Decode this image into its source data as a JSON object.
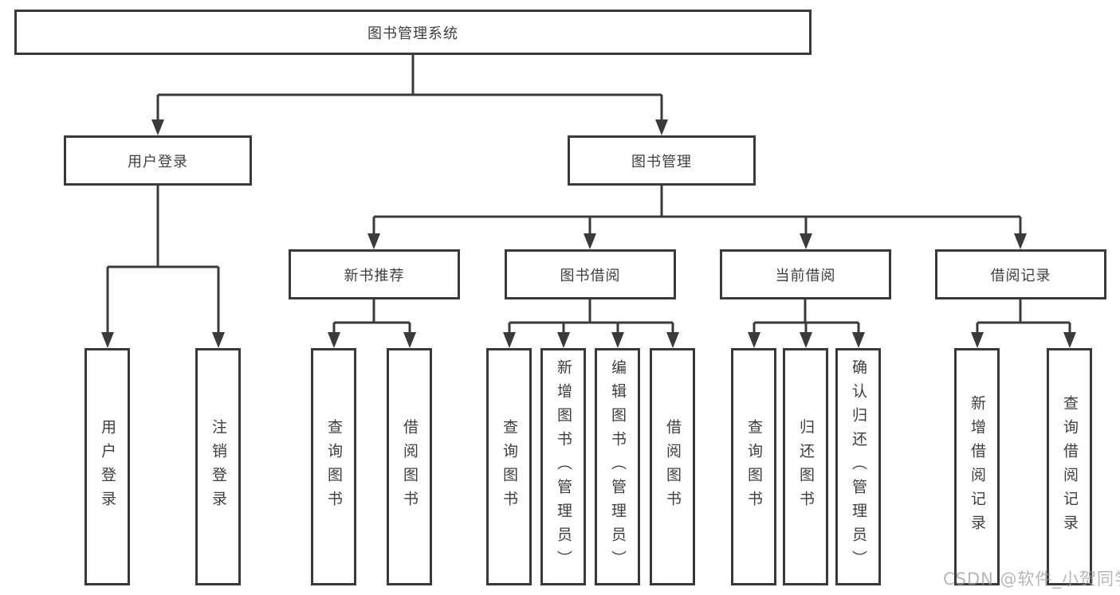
{
  "tree": {
    "label": "图书管理系统",
    "children": [
      {
        "label": "用户登录",
        "children": [
          {
            "label": "用户登录"
          },
          {
            "label": "注销登录"
          }
        ]
      },
      {
        "label": "图书管理",
        "children": [
          {
            "label": "新书推荐",
            "children": [
              {
                "label": "查询图书"
              },
              {
                "label": "借阅图书"
              }
            ]
          },
          {
            "label": "图书借阅",
            "children": [
              {
                "label": "查询图书"
              },
              {
                "label": "新增图书（管理员）"
              },
              {
                "label": "编辑图书（管理员）"
              },
              {
                "label": "借阅图书"
              }
            ]
          },
          {
            "label": "当前借阅",
            "children": [
              {
                "label": "查询图书"
              },
              {
                "label": "归还图书"
              },
              {
                "label": "确认归还（管理员）"
              }
            ]
          },
          {
            "label": "借阅记录",
            "children": [
              {
                "label": "新增借阅记录"
              },
              {
                "label": "查询借阅记录"
              }
            ]
          }
        ]
      }
    ]
  },
  "watermark": "CSDN @软件_小贺同学",
  "colors": {
    "line": "#3a3a3a",
    "text": "#3e3e3e",
    "background": "#ffffff",
    "watermark": "#9e9e9e"
  }
}
